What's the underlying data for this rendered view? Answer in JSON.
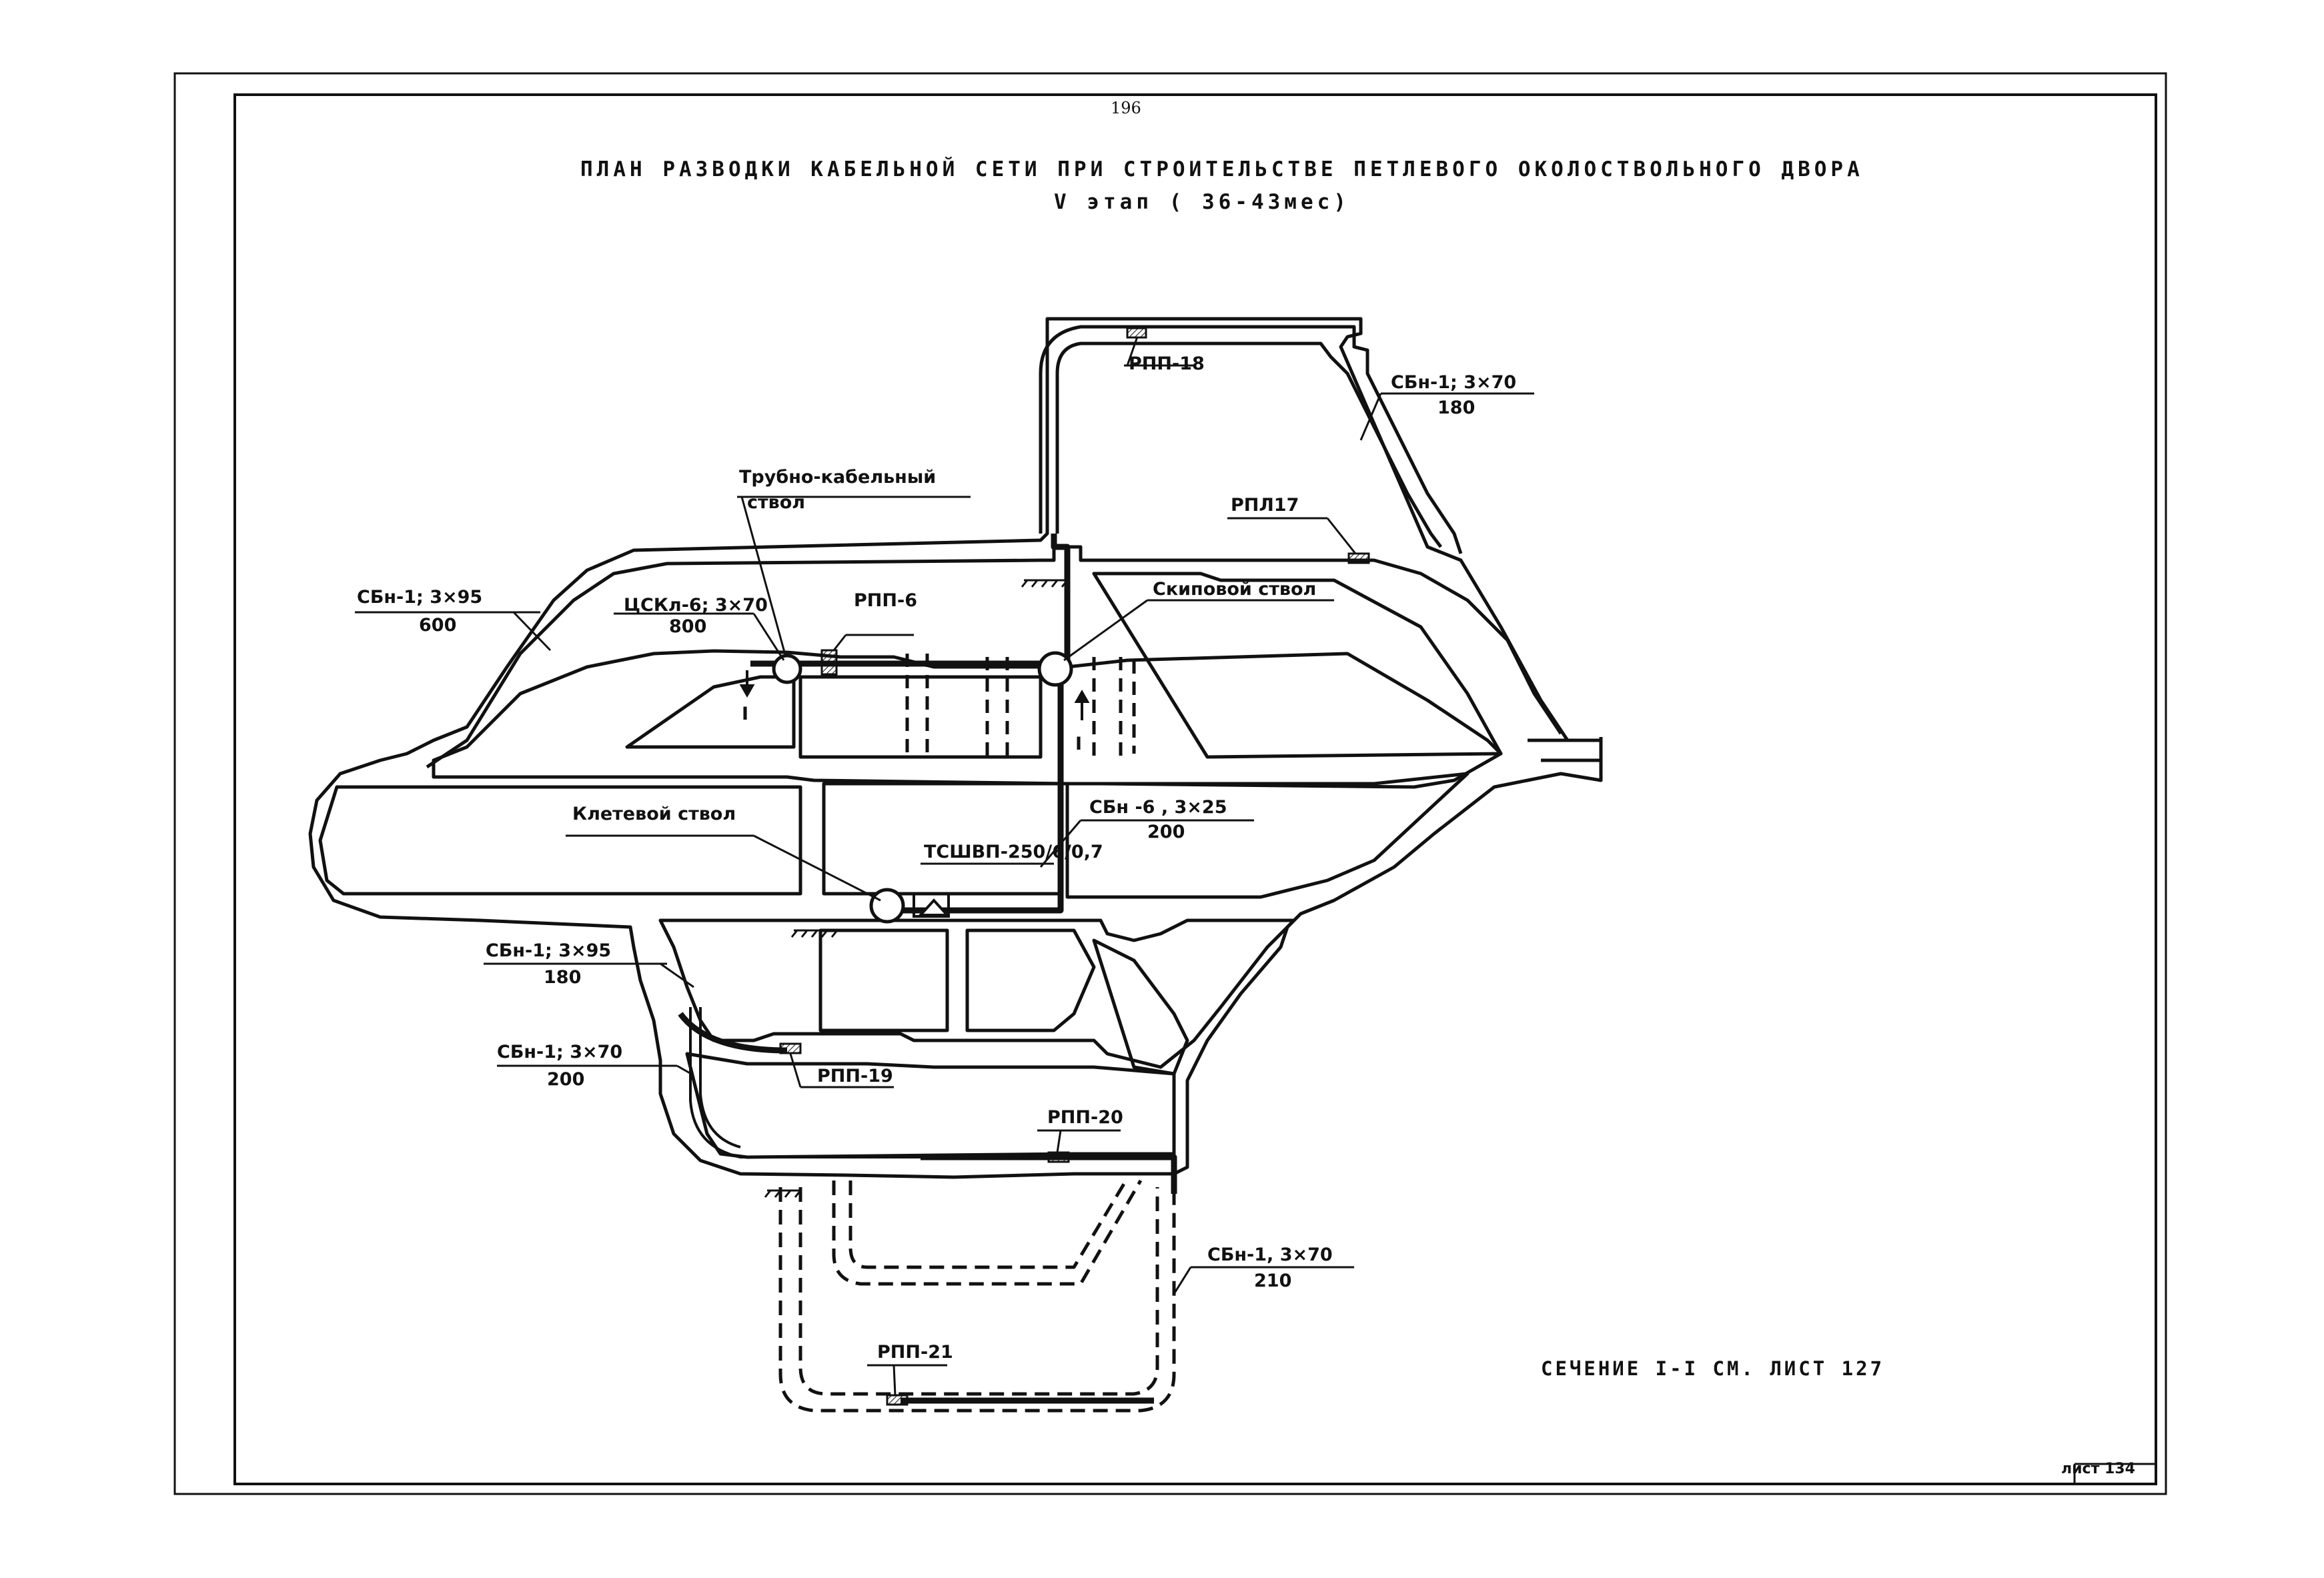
{
  "page_number": "196",
  "title": {
    "line1": "ПЛАН   РАЗВОДКИ   КАБЕЛЬНОЙ  СЕТИ  ПРИ  СТРОИТЕЛЬСТВЕ  ПЕТЛЕВОГО  ОКОЛОСТВОЛЬНОГО  ДВОРА",
    "line2": "V  этап  ( 36-43мес)"
  },
  "shafts": {
    "pipe_cable": {
      "line1": "Трубно-кабельный",
      "line2": "ствол"
    },
    "skip": "Скиповой  ствол",
    "cage": "Клетевой  ствол"
  },
  "cables": [
    {
      "spec": "СБн-1;  3×70",
      "length": "180"
    },
    {
      "spec": "СБн-1;  3×95",
      "length": "600"
    },
    {
      "spec": "ЦСКл-6; 3×70",
      "length": "800"
    },
    {
      "spec": "СБн -6 ,  3×25",
      "length": "200"
    },
    {
      "spec": "СБн-1;  3×95",
      "length": "180"
    },
    {
      "spec": "СБн-1;  3×70",
      "length": "200"
    },
    {
      "spec": "СБн-1,  3×70",
      "length": "210"
    }
  ],
  "distribution_points": [
    "РПП-18",
    "РПЛ17",
    "РПП-6",
    "РПП-19",
    "РПП-20",
    "РПП-21"
  ],
  "transformer": "ТСШВП-250/6/0,7",
  "section_marks": [
    "I",
    "I"
  ],
  "section_note": "СЕЧЕНИЕ   I-I    СМ.  ЛИСТ  127",
  "sheet_label": "лист  134"
}
